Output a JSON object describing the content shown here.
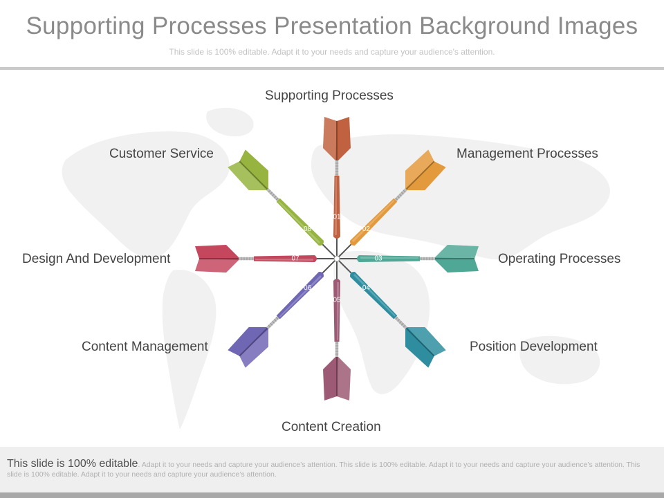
{
  "slide": {
    "title": "Supporting Processes Presentation Background Images",
    "subtitle": "This slide is 100% editable. Adapt it to your needs and capture your audience's attention."
  },
  "diagram": {
    "labels": [
      "Supporting Processes",
      "Management Processes",
      "Operating Processes",
      "Position Development",
      "Content Creation",
      "Content Management",
      "Design And Development",
      "Customer Service"
    ],
    "darts": [
      {
        "num": "01",
        "color": "#c0613f"
      },
      {
        "num": "02",
        "color": "#e39a3c"
      },
      {
        "num": "03",
        "color": "#4fa896"
      },
      {
        "num": "04",
        "color": "#2e8ea0"
      },
      {
        "num": "05",
        "color": "#9c5a74"
      },
      {
        "num": "06",
        "color": "#6f66b4"
      },
      {
        "num": "07",
        "color": "#c4475e"
      },
      {
        "num": "08",
        "color": "#97b440"
      }
    ]
  },
  "footer": {
    "lead": "This slide is 100% editable",
    "text": ". Adapt it to your needs and capture your audience’s attention. This slide is 100% editable. Adapt it to your needs and capture your audience’s attention. This slide is 100% editable. Adapt it to your needs and capture your audience’s attention."
  }
}
